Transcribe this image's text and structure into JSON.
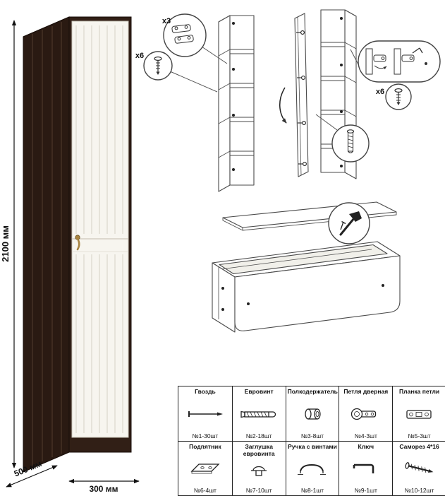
{
  "diagram": {
    "dimensions": {
      "height_label": "2100 мм",
      "depth_label": "500 мм",
      "width_label": "300 мм"
    },
    "callouts": {
      "hinges_qty": "x3",
      "screws_left_qty": "x6",
      "screws_right_qty": "x6"
    }
  },
  "parts_table": {
    "rows": [
      [
        {
          "name": "Гвоздь",
          "count": "№1-30шт",
          "icon": "nail-icon"
        },
        {
          "name": "Евровинт",
          "count": "№2-18шт",
          "icon": "euro-screw-icon"
        },
        {
          "name": "Полкодержатель",
          "count": "№3-8шт",
          "icon": "shelf-pin-icon"
        },
        {
          "name": "Петля дверная",
          "count": "№4-3шт",
          "icon": "door-hinge-icon"
        },
        {
          "name": "Планка петли",
          "count": "№5-3шт",
          "icon": "hinge-plate-icon"
        }
      ],
      [
        {
          "name": "Подпятник",
          "count": "№6-4шт",
          "icon": "foot-pad-icon"
        },
        {
          "name": "Заглушка евровинта",
          "count": "№7-10шт",
          "icon": "screw-cap-icon"
        },
        {
          "name": "Ручка с винтами",
          "count": "№8-1шт",
          "icon": "handle-icon"
        },
        {
          "name": "Ключ",
          "count": "№9-1шт",
          "icon": "hex-key-icon"
        },
        {
          "name": "Саморез 4*16",
          "count": "№10-12шт",
          "icon": "self-tapping-screw-icon"
        }
      ]
    ]
  }
}
